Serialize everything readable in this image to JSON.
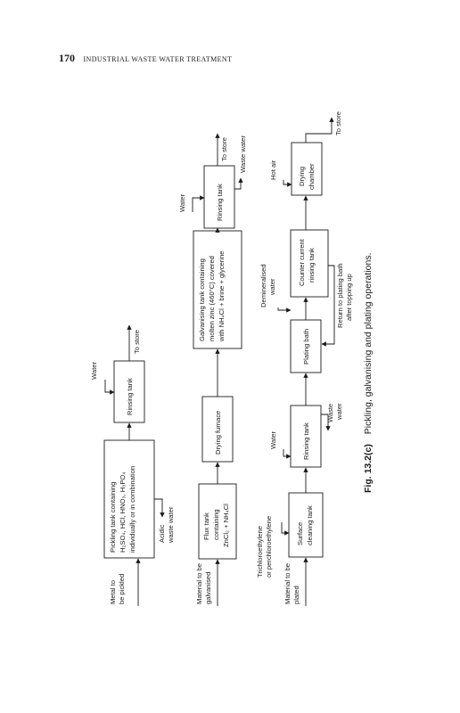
{
  "page_header": {
    "page_number": "170",
    "running_title": "INDUSTRIAL WASTE WATER TREATMENT"
  },
  "row1": {
    "input": [
      "Metal to",
      "be pickled"
    ],
    "pickling_tank": [
      "Pickling tank containing",
      "H₂SO₄, HCl, HNO₃, H₃PO₄",
      "individually or in combination"
    ],
    "acidic_waste": [
      "Acidic",
      "waste water"
    ],
    "water": "Water",
    "rinsing_tank": "Rinsing tank",
    "to_store": "To store"
  },
  "row2": {
    "input": [
      "Material to be",
      "galvanised"
    ],
    "flux_tank": [
      "Flux tank",
      "containing",
      "ZnCl₂ + NH₄Cl"
    ],
    "drying_furnace": "Drying furnace",
    "galvanising_tank": [
      "Galvanising tank containing",
      "molten zinc (460°C) covered",
      "with NH₄Cl + brine + glycerine"
    ],
    "water": "Water",
    "rinsing_tank": "Rinsing tank",
    "to_store": "To store",
    "waste_water": "Waste water"
  },
  "row3": {
    "input": [
      "Material to be",
      "plated"
    ],
    "solvent": [
      "Trichloroethylene",
      "or perchloroethylene"
    ],
    "surface_tank": [
      "Surface",
      "cleaning tank"
    ],
    "water": "Water",
    "rinsing_tank": "Rinsing tank",
    "waste_water": [
      "Waste",
      "water"
    ],
    "plating_bath": "Plating bath",
    "demineralised": [
      "Demineralised",
      "water"
    ],
    "counter_current": [
      "Counter current",
      "rinsing tank"
    ],
    "return_note": [
      "Return to plating bath",
      "after topping up"
    ],
    "hot_air": "Hot air",
    "drying_chamber": [
      "Drying",
      "chamber"
    ],
    "to_store": "To store"
  },
  "caption": {
    "label": "Fig. 13.2(c)",
    "text": "Pickling, galvanising and plating operations."
  }
}
